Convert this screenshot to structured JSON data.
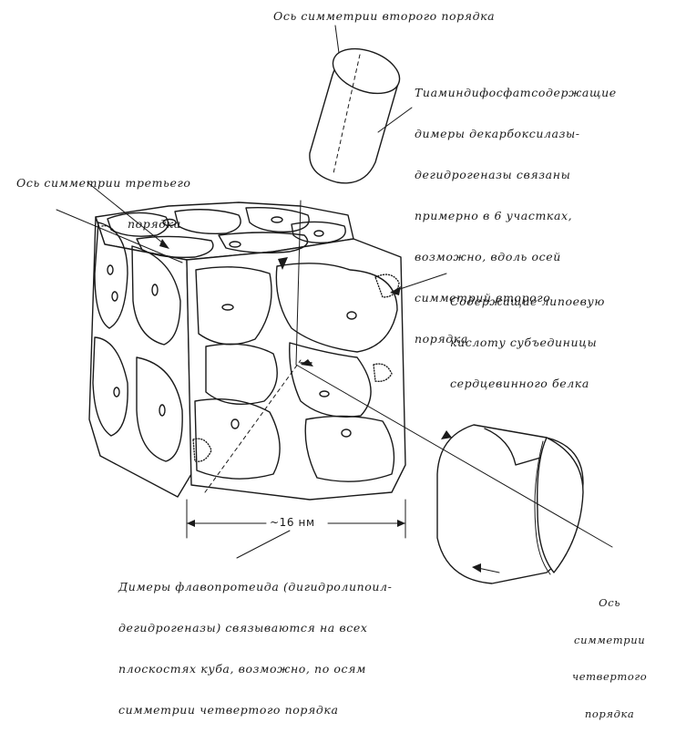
{
  "labels": {
    "axis_second_order": "Ось симметрии второго порядка",
    "thiamine": [
      "Тиаминдифосфатсодержащие",
      "димеры декарбоксилазы-",
      "дегидрогеназы связаны",
      "примерно в 6 участках,",
      "возможно, вдоль осей",
      "симметрий второго",
      "порядка"
    ],
    "axis_third_order": [
      "Ось симметрии третьего",
      "порядка"
    ],
    "lipoic": [
      "Содержащие липоевую",
      "кислоту субъединицы",
      "сердцевинного белка"
    ],
    "dimension": "~16 нм",
    "flavoprotein": [
      "Димеры флавопротеида (дигидролипоил-",
      "дегидрогеназы) связываются на всех",
      "плоскостях куба, возможно, по осям",
      "симметрии четвертого порядка"
    ],
    "axis_fourth_order": [
      "Ось",
      "симметрии",
      "четвертого",
      "порядка"
    ]
  },
  "colors": {
    "ink": "#1a1a1a",
    "background": "#ffffff"
  }
}
